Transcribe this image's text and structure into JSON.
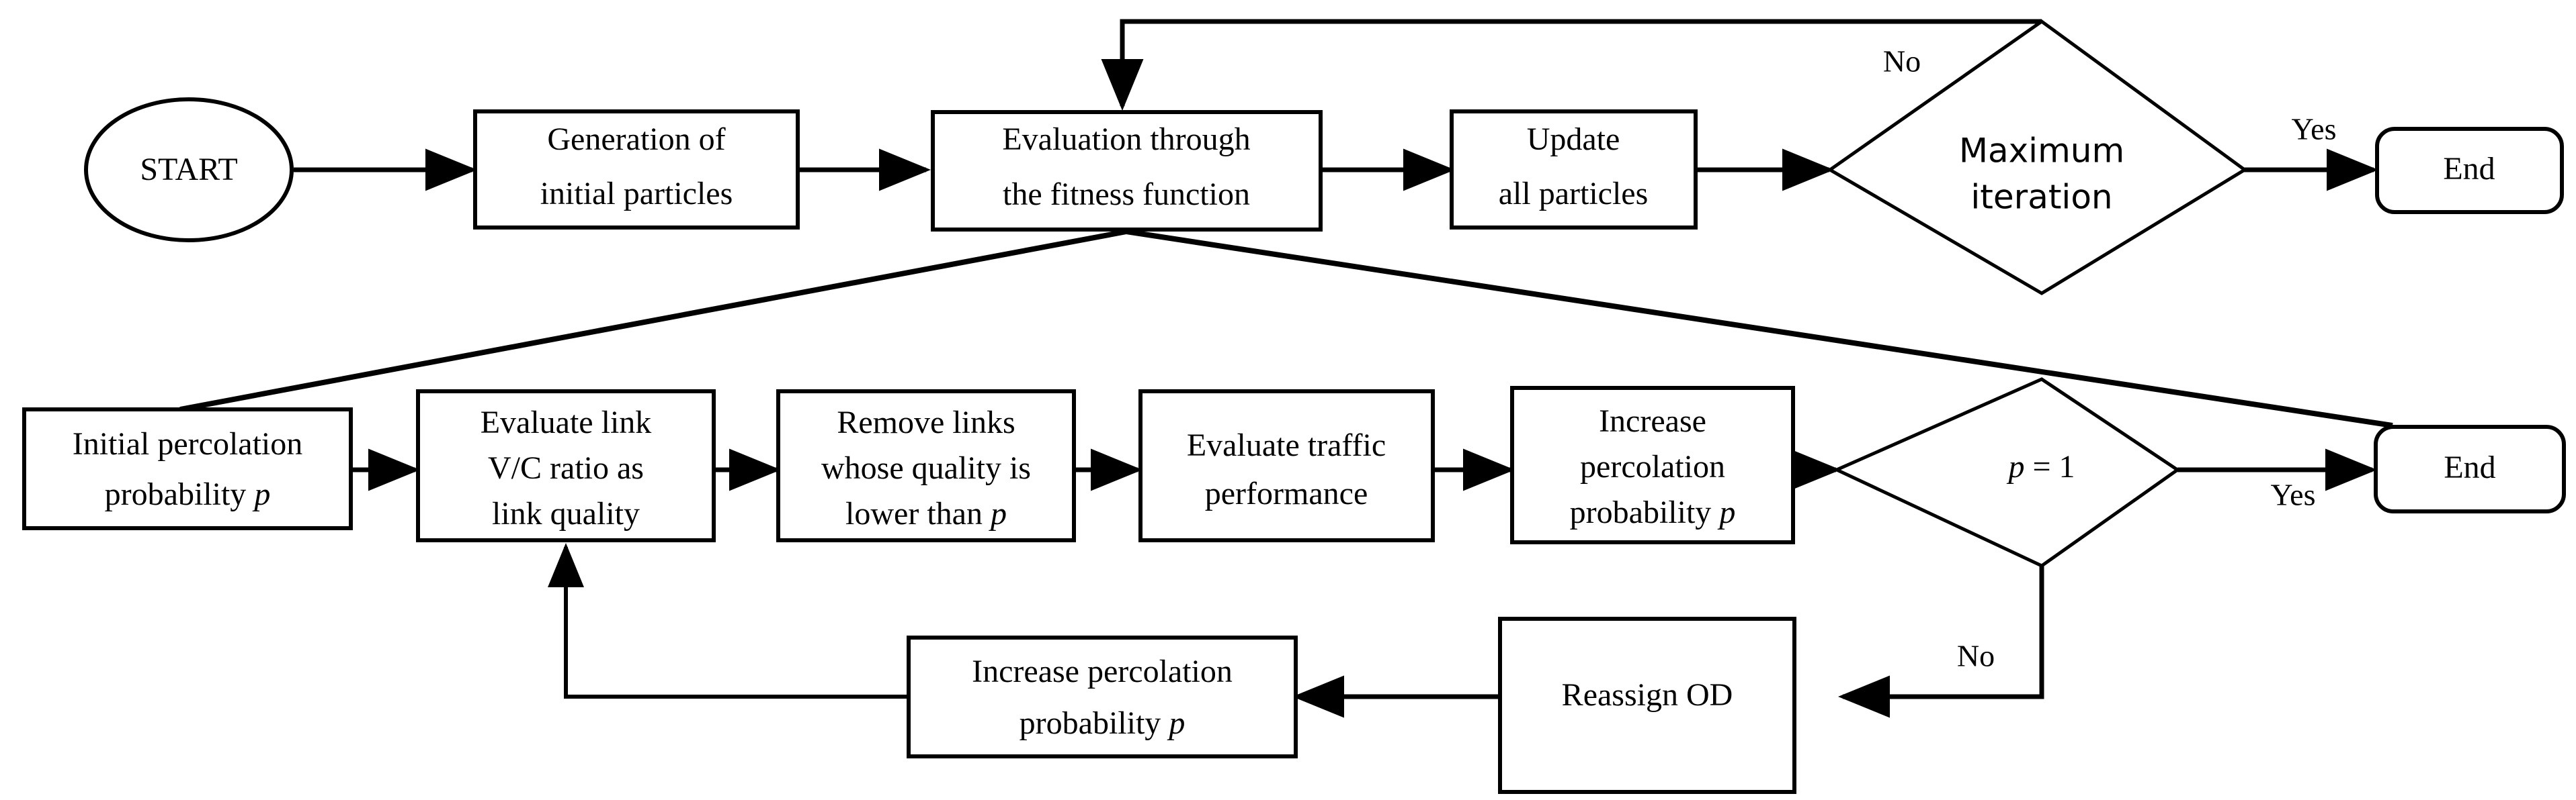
{
  "diagram": {
    "title": "PSO with percolation-based traffic evaluation flowchart",
    "colors": {
      "stroke": "#000000",
      "fill": "#ffffff",
      "text": "#000000"
    },
    "nodes": {
      "start": {
        "label": "START",
        "shape": "ellipse"
      },
      "generation": {
        "line1": "Generation of",
        "line2": "initial particles",
        "shape": "rect"
      },
      "evaluation": {
        "line1": "Evaluation through",
        "line2": "the fitness function",
        "shape": "rect"
      },
      "update": {
        "line1": "Update",
        "line2": "all particles",
        "shape": "rect"
      },
      "max_iteration": {
        "line1": "Maximum",
        "line2": "iteration",
        "shape": "diamond"
      },
      "end_top": {
        "label": "End",
        "shape": "rounded-rect"
      },
      "initial_p": {
        "line1": "Initial percolation",
        "line2_pre": "probability ",
        "line2_var": "p",
        "shape": "rect"
      },
      "evaluate_vc": {
        "line1": "Evaluate link",
        "line2": "V/C ratio as",
        "line3": "link quality",
        "shape": "rect"
      },
      "remove_links": {
        "line1": "Remove links",
        "line2": "whose quality is",
        "line3_pre": "lower than ",
        "line3_var": "p",
        "shape": "rect"
      },
      "evaluate_traffic": {
        "line1": "Evaluate traffic",
        "line2": "performance",
        "shape": "rect"
      },
      "increase_p_right": {
        "line1": "Increase",
        "line2": "percolation",
        "line3_pre": "probability ",
        "line3_var": "p",
        "shape": "rect"
      },
      "p_equals_one": {
        "var": "p",
        "rest": " = 1",
        "shape": "diamond"
      },
      "end_bottom": {
        "label": "End",
        "shape": "rounded-rect"
      },
      "increase_p_bottom": {
        "line1": "Increase percolation",
        "line2_pre": "probability ",
        "line2_var": "p",
        "shape": "rect"
      },
      "reassign_od": {
        "label": "Reassign OD",
        "shape": "rect"
      }
    },
    "edge_labels": {
      "max_iteration_no": "No",
      "max_iteration_yes": "Yes",
      "p_equals_one_yes": "Yes",
      "p_equals_one_no": "No"
    }
  }
}
